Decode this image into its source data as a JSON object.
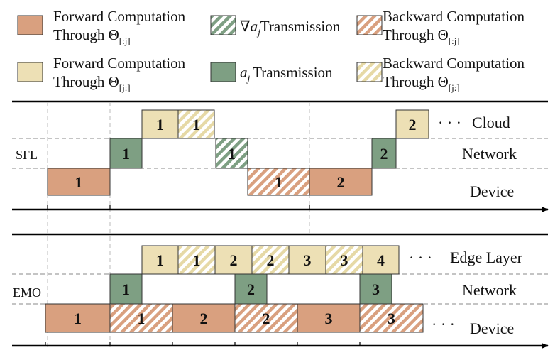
{
  "colors": {
    "forward_lower": "#D9A07F",
    "forward_upper": "#EDE0B5",
    "transmission_activation": "#7E9F83",
    "outline": "#333333"
  },
  "legend": [
    {
      "id": "fwd-lower",
      "style": "solid-salmon",
      "line1": "Forward Computation",
      "line2": "Through Θ",
      "sub": "[:j]"
    },
    {
      "id": "grad-tx",
      "style": "hatch-green",
      "line1": "∇a",
      "sub": "j",
      "line1b": "Transmission"
    },
    {
      "id": "bwd-lower",
      "style": "hatch-salmon",
      "line1": "Backward Computation",
      "line2": "Through  Θ",
      "sub": "[:j]"
    },
    {
      "id": "fwd-upper",
      "style": "solid-cream",
      "line1": "Forward Computation",
      "line2": "Through Θ",
      "sub": "[j:]"
    },
    {
      "id": "act-tx",
      "style": "solid-green",
      "line1": "a",
      "sub": "j",
      "line1b": "Transmission"
    },
    {
      "id": "bwd-upper",
      "style": "hatch-cream",
      "line1": "Backward Computation",
      "line2": "Through Θ",
      "sub": "[j:]"
    }
  ],
  "sfl": {
    "label": "SFL",
    "rows": {
      "top": "Cloud",
      "mid": "Network",
      "bot": "Device"
    },
    "ellipsis": "· · ·",
    "blocks": [
      {
        "row": "top",
        "style": "solid-cream",
        "label": "1"
      },
      {
        "row": "top",
        "style": "hatch-cream",
        "label": "1"
      },
      {
        "row": "mid",
        "style": "solid-green",
        "label": "1"
      },
      {
        "row": "mid",
        "style": "hatch-green",
        "label": "1"
      },
      {
        "row": "bot",
        "style": "solid-salmon",
        "label": "1"
      },
      {
        "row": "bot",
        "style": "hatch-salmon",
        "label": "1"
      },
      {
        "row": "bot",
        "style": "solid-salmon",
        "label": "2"
      },
      {
        "row": "mid",
        "style": "solid-green",
        "label": "2"
      },
      {
        "row": "top",
        "style": "solid-cream",
        "label": "2"
      }
    ]
  },
  "emo": {
    "label": "EMO",
    "rows": {
      "top": "Edge Layer",
      "mid": "Network",
      "bot": "Device"
    },
    "ellipsis_top": "· · ·",
    "ellipsis_bot": "· · ·",
    "blocks": [
      {
        "row": "top",
        "style": "solid-cream",
        "label": "1"
      },
      {
        "row": "top",
        "style": "hatch-cream",
        "label": "1"
      },
      {
        "row": "top",
        "style": "solid-cream",
        "label": "2"
      },
      {
        "row": "top",
        "style": "hatch-cream",
        "label": "2"
      },
      {
        "row": "top",
        "style": "solid-cream",
        "label": "3"
      },
      {
        "row": "top",
        "style": "hatch-cream",
        "label": "3"
      },
      {
        "row": "top",
        "style": "solid-cream",
        "label": "4"
      },
      {
        "row": "mid",
        "style": "solid-green",
        "label": "1"
      },
      {
        "row": "mid",
        "style": "solid-green",
        "label": "2"
      },
      {
        "row": "mid",
        "style": "solid-green",
        "label": "3"
      },
      {
        "row": "bot",
        "style": "solid-salmon",
        "label": "1"
      },
      {
        "row": "bot",
        "style": "hatch-salmon",
        "label": "1"
      },
      {
        "row": "bot",
        "style": "solid-salmon",
        "label": "2"
      },
      {
        "row": "bot",
        "style": "hatch-salmon",
        "label": "2"
      },
      {
        "row": "bot",
        "style": "solid-salmon",
        "label": "3"
      },
      {
        "row": "bot",
        "style": "hatch-salmon",
        "label": "3"
      }
    ]
  }
}
